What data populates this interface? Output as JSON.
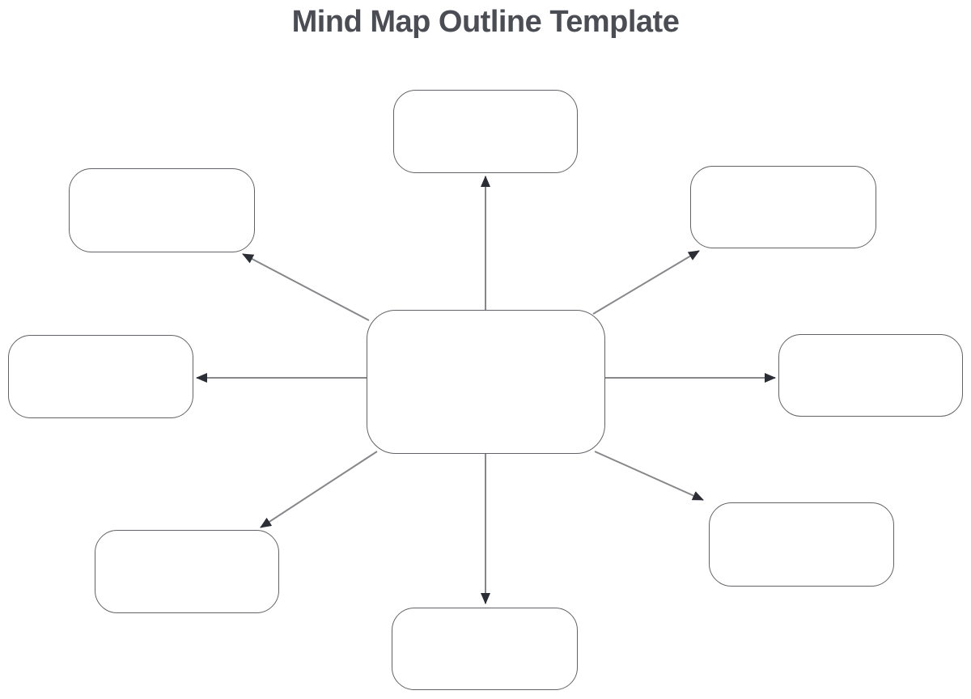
{
  "title": "Mind Map Outline Template",
  "colors": {
    "title_color": "#4a4e54",
    "box_border": "#606367",
    "box_fill": "#ffffff",
    "connector": "#85878a",
    "arrowhead": "#2b2e34",
    "background": "#ffffff"
  },
  "diagram": {
    "type": "mind-map",
    "nodes": {
      "center": {
        "id": "center",
        "role": "central-topic",
        "label": ""
      },
      "top": {
        "id": "top",
        "role": "branch",
        "label": ""
      },
      "top_left": {
        "id": "top_left",
        "role": "branch",
        "label": ""
      },
      "top_right": {
        "id": "top_right",
        "role": "branch",
        "label": ""
      },
      "left": {
        "id": "left",
        "role": "branch",
        "label": ""
      },
      "right": {
        "id": "right",
        "role": "branch",
        "label": ""
      },
      "bottom_left": {
        "id": "bottom_left",
        "role": "branch",
        "label": ""
      },
      "bottom_right": {
        "id": "bottom_right",
        "role": "branch",
        "label": ""
      },
      "bottom": {
        "id": "bottom",
        "role": "branch",
        "label": ""
      }
    },
    "connections": [
      {
        "from": "center",
        "to": "top",
        "arrowhead": "filled-triangle"
      },
      {
        "from": "center",
        "to": "top_left",
        "arrowhead": "filled-triangle"
      },
      {
        "from": "center",
        "to": "top_right",
        "arrowhead": "filled-triangle"
      },
      {
        "from": "center",
        "to": "left",
        "arrowhead": "filled-triangle"
      },
      {
        "from": "center",
        "to": "right",
        "arrowhead": "filled-triangle"
      },
      {
        "from": "center",
        "to": "bottom_left",
        "arrowhead": "filled-triangle"
      },
      {
        "from": "center",
        "to": "bottom_right",
        "arrowhead": "filled-triangle"
      },
      {
        "from": "center",
        "to": "bottom",
        "arrowhead": "filled-triangle"
      }
    ]
  }
}
